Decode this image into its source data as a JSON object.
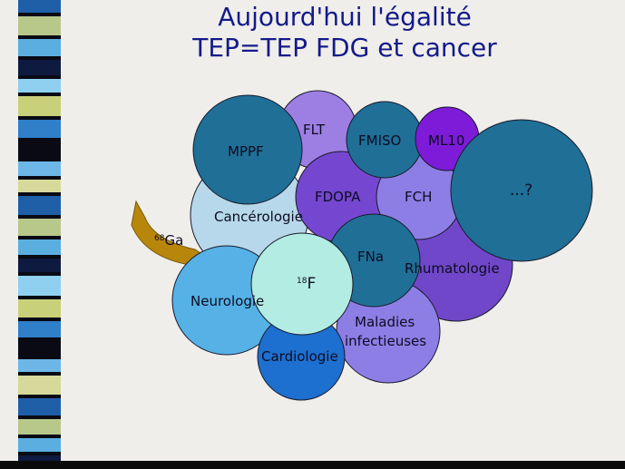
{
  "title": {
    "line1": "Aujourd'hui l'égalité",
    "line2": "TEP=TEP FDG et cancer"
  },
  "colors": {
    "title": "#141a8a",
    "background": "#efeeea",
    "arrow": "#b8860b"
  },
  "arrow_label": {
    "sup": "68",
    "text": "Ga"
  },
  "f18_label": {
    "sup": "18",
    "text": "F"
  },
  "bubbles": {
    "flt": "FLT",
    "mppf": "MPPF",
    "fmiso": "FMISO",
    "ml10": "ML10",
    "fdopa": "FDOPA",
    "fch": "FCH",
    "unknown": "...?",
    "cancerologie": "Cancérologie",
    "fna": "FNa",
    "rhumatologie": "Rhumatologie",
    "neurologie": "Neurologie",
    "maladies_line1": "Maladies",
    "maladies_line2": "infectieuses",
    "cardiologie": "Cardiologie"
  }
}
